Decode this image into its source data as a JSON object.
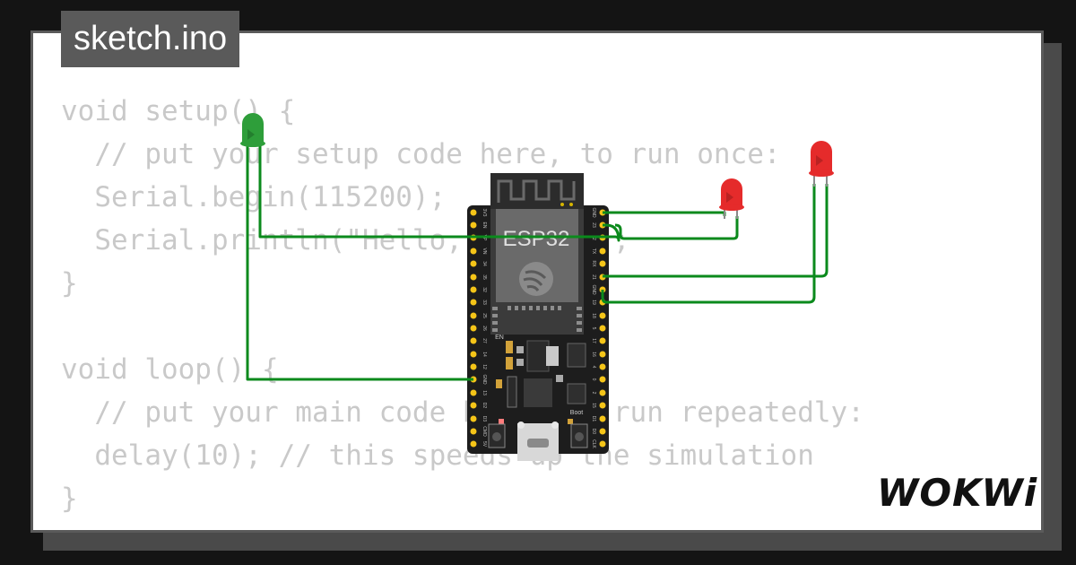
{
  "file_tab": "sketch.ino",
  "code": {
    "lines": [
      "void setup() {",
      "  // put your setup code here, to run once:",
      "  Serial.begin(115200);",
      "  Serial.println(\"Hello, ESP32!\");",
      "}",
      "",
      "void loop() {",
      "  // put your main code here, to run repeatedly:",
      "  delay(10); // this speeds up the simulation",
      "}"
    ]
  },
  "board": {
    "chip_label": "ESP32",
    "en_label": "EN",
    "boot_label": "Boot",
    "left_pins": [
      "3V3",
      "EN",
      "VP",
      "VN",
      "34",
      "35",
      "32",
      "33",
      "25",
      "26",
      "27",
      "14",
      "12",
      "GND",
      "13",
      "D2",
      "D3",
      "CMD",
      "5V"
    ],
    "right_pins": [
      "GND",
      "23",
      "22",
      "TX",
      "RX",
      "21",
      "GND",
      "19",
      "18",
      "5",
      "17",
      "16",
      "4",
      "0",
      "2",
      "15",
      "D1",
      "D0",
      "CLK"
    ]
  },
  "components": {
    "led_green": {
      "color": "#2e9e3a"
    },
    "led_red_1": {
      "color": "#e52b2b"
    },
    "led_red_2": {
      "color": "#e52b2b"
    },
    "wire_color": "#0b8a1c"
  },
  "brand": "WOKWi"
}
